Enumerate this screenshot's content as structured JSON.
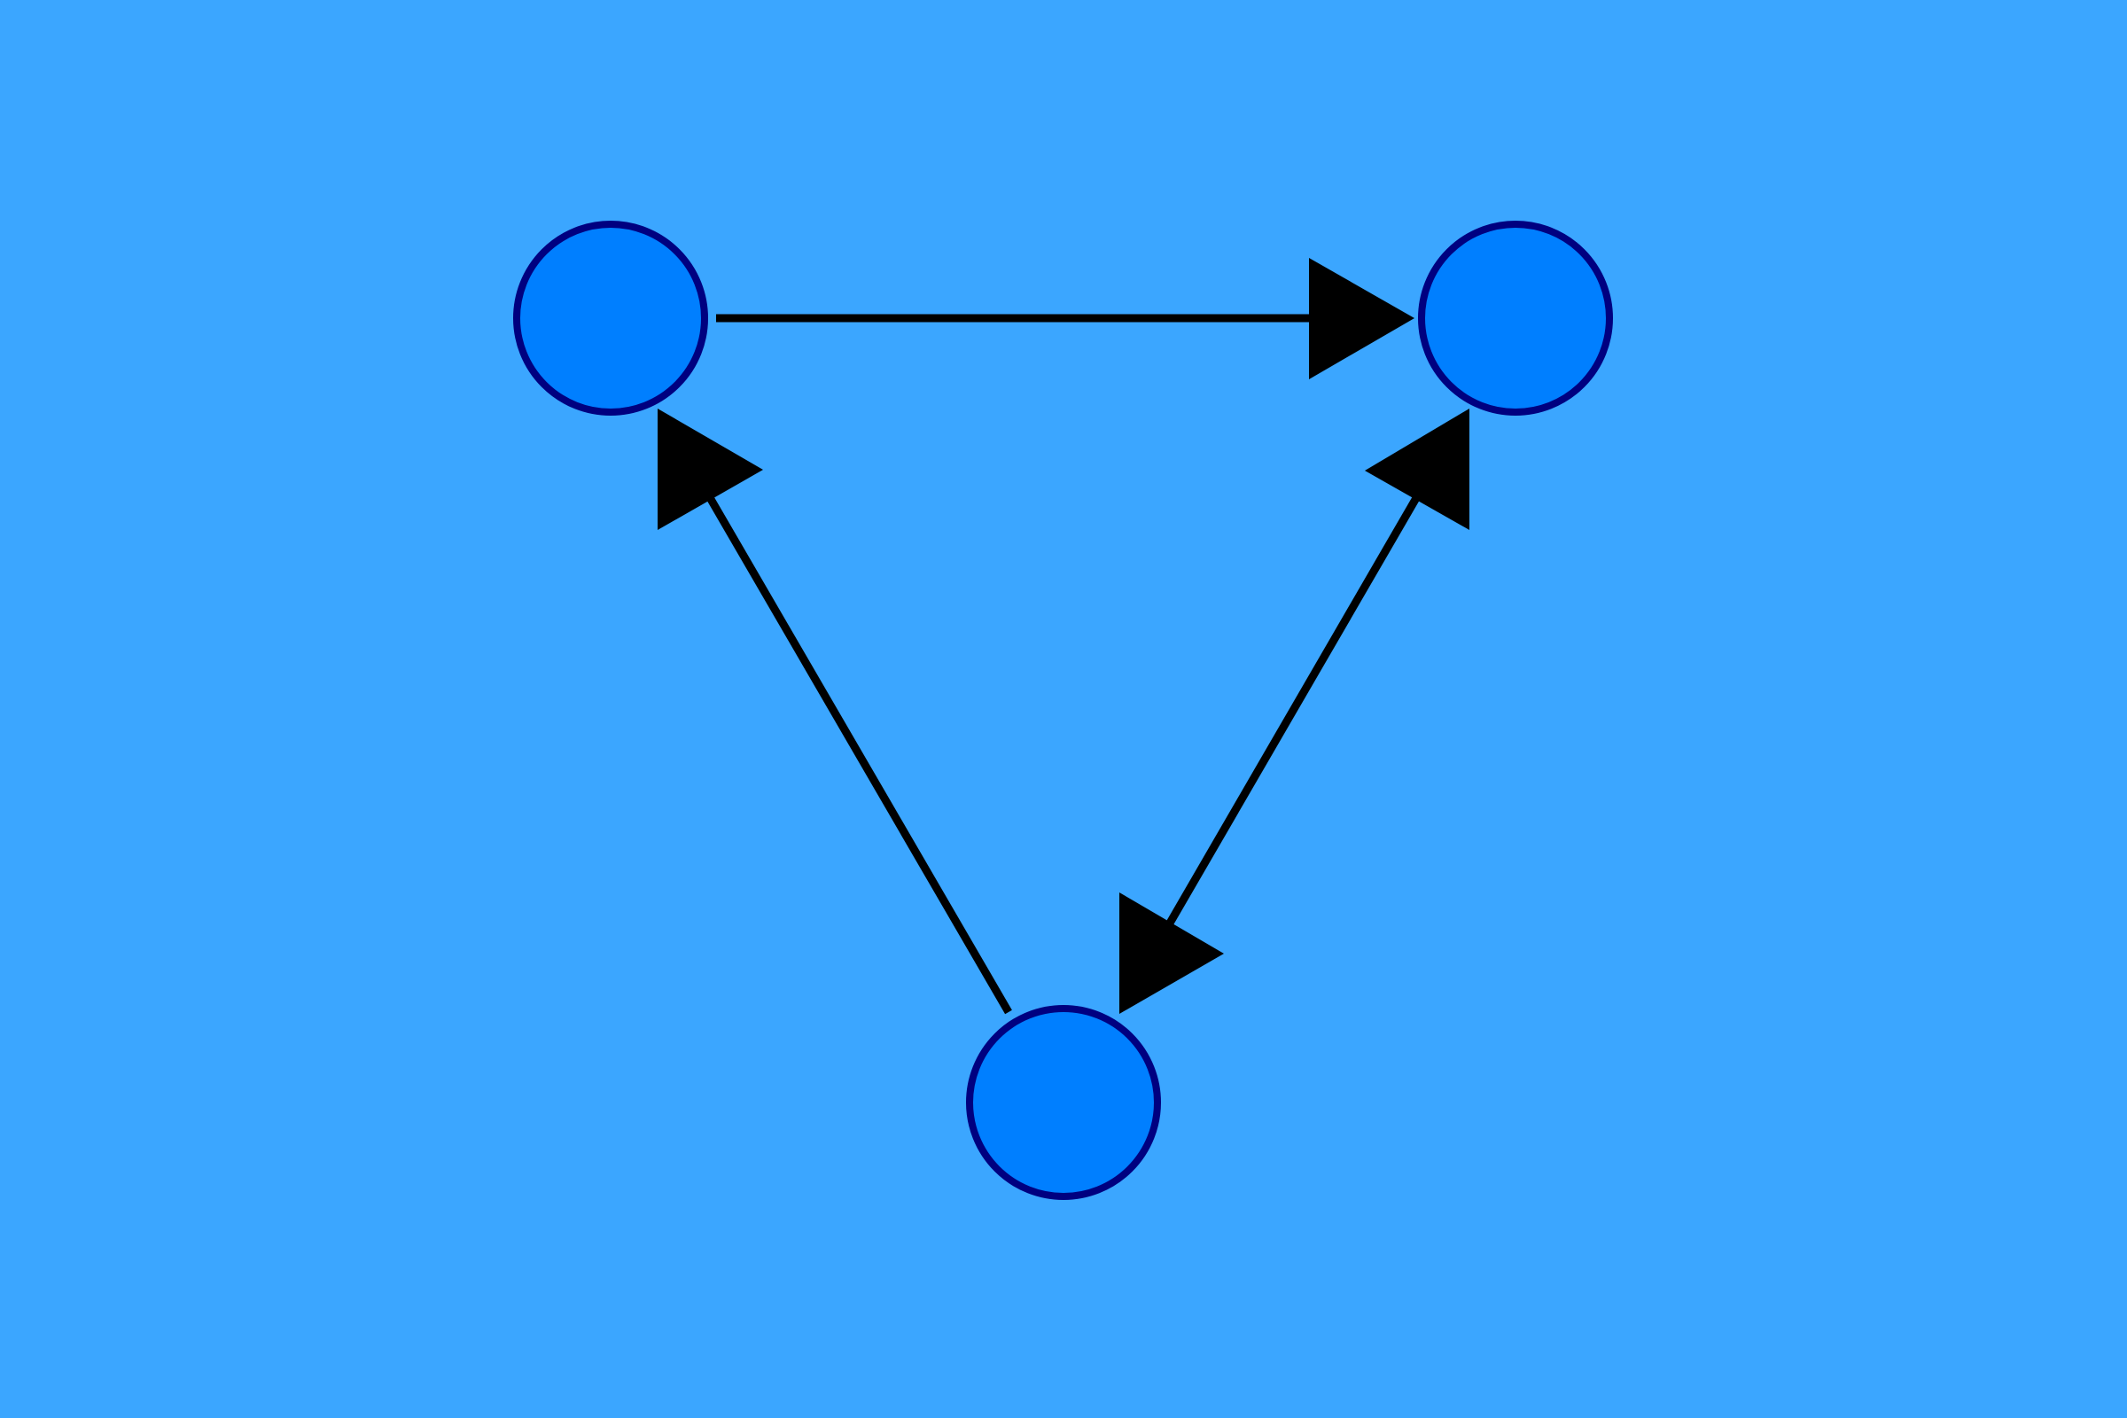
{
  "diagram": {
    "type": "directed-graph",
    "colors": {
      "background": "#3ba6ff",
      "node_fill": "#007fff",
      "node_stroke": "#000080",
      "edge": "#000000"
    },
    "nodes": [
      {
        "id": "top-left"
      },
      {
        "id": "top-right"
      },
      {
        "id": "bottom"
      }
    ],
    "edges": [
      {
        "from": "top-left",
        "to": "top-right"
      },
      {
        "from": "bottom",
        "to": "top-left"
      },
      {
        "from": "top-right",
        "to": "bottom"
      },
      {
        "from": "bottom",
        "to": "top-right"
      }
    ]
  }
}
